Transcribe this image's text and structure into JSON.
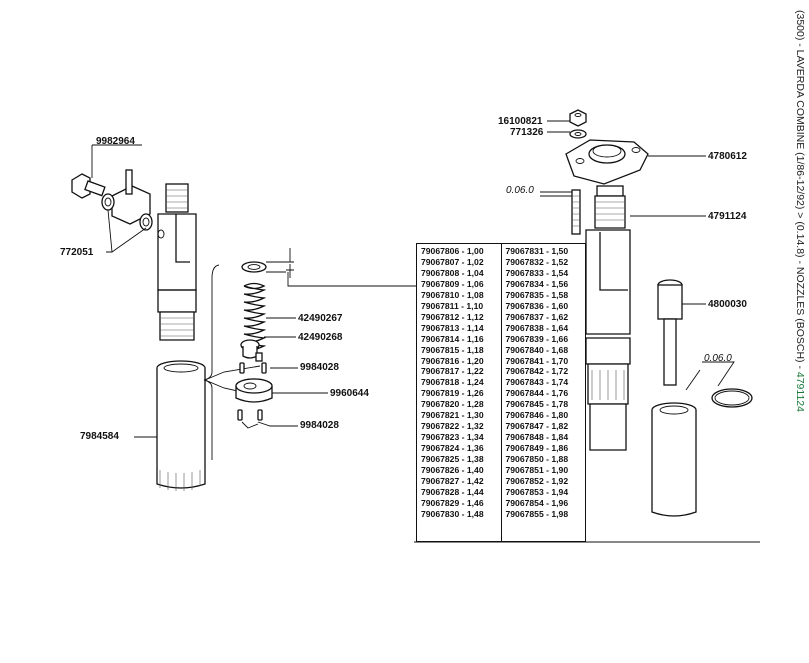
{
  "side_title": {
    "prefix": "(3500) - LAVERDA COMBINE (1/86-12/92) > (0.14.8) - NOZZLES (BOSCH) - ",
    "part": "4791124"
  },
  "labels": {
    "p9982964": "9982964",
    "p772051": "772051",
    "p7984584": "7984584",
    "p42490267": "42490267",
    "p42490268": "42490268",
    "p9984028a": "9984028",
    "p9960644": "9960644",
    "p9984028b": "9984028",
    "p16100821": "16100821",
    "p771326": "771326",
    "p4780612": "4780612",
    "p4791124": "4791124",
    "p4800030": "4800030",
    "dim_a": "0.06.0",
    "dim_b": "0.06.0"
  },
  "sizes": {
    "left": [
      "79067806 - 1,00",
      "79067807 - 1,02",
      "79067808 - 1,04",
      "79067809 - 1,06",
      "79067810 - 1,08",
      "79067811 - 1,10",
      "79067812 - 1,12",
      "79067813 - 1,14",
      "79067814 - 1,16",
      "79067815 - 1,18",
      "79067816 - 1,20",
      "79067817 - 1,22",
      "79067818 - 1,24",
      "79067819 - 1,26",
      "79067820 - 1,28",
      "79067821 - 1,30",
      "79067822 - 1,32",
      "79067823 - 1,34",
      "79067824 - 1,36",
      "79067825 - 1,38",
      "79067826 - 1,40",
      "79067827 - 1,42",
      "79067828 - 1,44",
      "79067829 - 1,46",
      "79067830 - 1,48"
    ],
    "right": [
      "79067831 - 1,50",
      "79067832 - 1,52",
      "79067833 - 1,54",
      "79067834 - 1,56",
      "79067835 - 1,58",
      "79067836 - 1,60",
      "79067837 - 1,62",
      "79067838 - 1,64",
      "79067839 - 1,66",
      "79067840 - 1,68",
      "79067841 - 1,70",
      "79067842 - 1,72",
      "79067843 - 1,74",
      "79067844 - 1,76",
      "79067845 - 1,78",
      "79067846 - 1,80",
      "79067847 - 1,82",
      "79067848 - 1,84",
      "79067849 - 1,86",
      "79067850 - 1,88",
      "79067851 - 1,90",
      "79067852 - 1,92",
      "79067853 - 1,94",
      "79067854 - 1,96",
      "79067855 - 1,98"
    ]
  }
}
